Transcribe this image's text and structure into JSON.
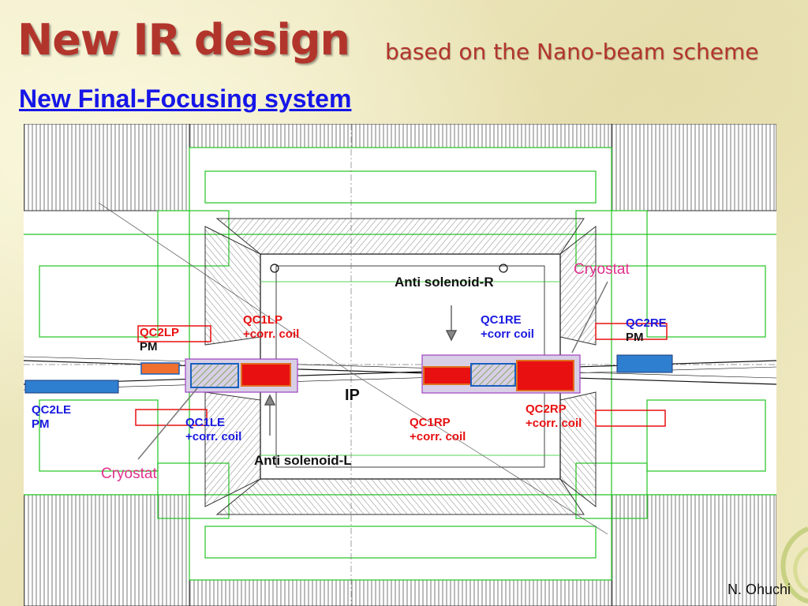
{
  "title": {
    "main": "New IR design",
    "sub": "based on the Nano-beam scheme"
  },
  "subtitle": "New Final-Focusing system",
  "labels": {
    "cryostat_r": "Cryostat",
    "cryostat_l": "Cryostat",
    "anti_solenoid_r": "Anti solenoid-R",
    "anti_solenoid_l": "Anti solenoid-L",
    "qc1lp": {
      "line1": "QC1LP",
      "line2": "+corr. coil"
    },
    "qc2lp": {
      "line1": "QC2LP",
      "line2": "PM"
    },
    "qc1re": {
      "line1": "QC1RE",
      "line2": "+corr coil"
    },
    "qc2re": {
      "line1": "QC2RE",
      "line2": "PM"
    },
    "qc2le": {
      "line1": "QC2LE",
      "line2": "PM"
    },
    "qc1le": {
      "line1": "QC1LE",
      "line2": "+corr. coil"
    },
    "qc1rp": {
      "line1": "QC1RP",
      "line2": "+corr. coil"
    },
    "qc2rp": {
      "line1": "QC2RP",
      "line2": "+corr. coil"
    },
    "ip": "IP"
  },
  "credit": "N. Ohuchi",
  "colors": {
    "title": "#b2352c",
    "subtitle": "#1616e8",
    "magnet_red": "#e81010",
    "magnet_blue": "#1a1ae0",
    "cryostat_label": "#e0308c",
    "drawing_lines": "#22c422",
    "pm_magnet": "#2f7fd0"
  }
}
